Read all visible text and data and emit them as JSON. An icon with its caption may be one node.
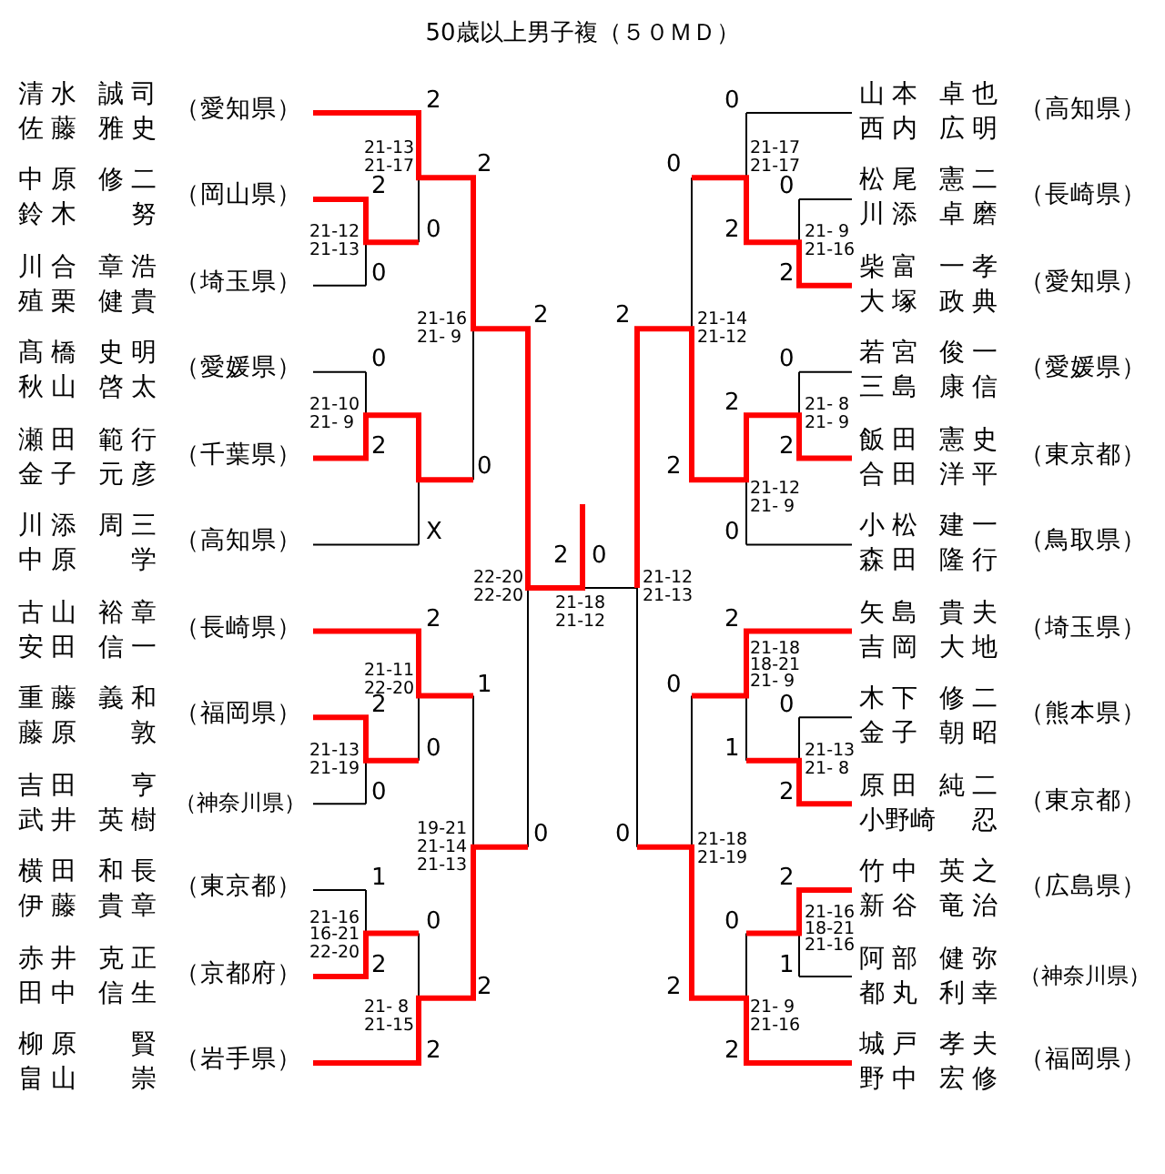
{
  "diagram": {
    "title": "50歳以上男子複（５０ＭＤ）",
    "labels": [
      "清水 誠司",
      "佐藤 雅史",
      "（愛知県）",
      "中原 修二",
      "鈴木 努",
      "（岡山県）",
      "川合 章浩",
      "殖栗 健貴",
      "（埼玉県）",
      "髙橋 史明",
      "秋山 啓太",
      "（愛媛県）",
      "瀬田 範行",
      "金子 元彦",
      "（千葉県）",
      "川添 周三",
      "中原 学",
      "（高知県）",
      "古山 裕章",
      "安田 信一",
      "（長崎県）",
      "重藤 義和",
      "藤原 敦",
      "（福岡県）",
      "吉田 亨",
      "武井 英樹",
      "（神奈川県）",
      "横田 和長",
      "伊藤 貴章",
      "（東京都）",
      "赤井 克正",
      "田中 信生",
      "（京都府）",
      "柳原 賢",
      "畠山 崇",
      "（岩手県）",
      "山本 卓也",
      "西内 広明",
      "（高知県）",
      "松尾 憲二",
      "川添 卓磨",
      "（長崎県）",
      "柴富 一孝",
      "大塚 政典",
      "（愛知県）",
      "若宮 俊一",
      "三島 康信",
      "（愛媛県）",
      "飯田 憲史",
      "合田 洋平",
      "（東京都）",
      "小松 建一",
      "森田 隆行",
      "（鳥取県）",
      "矢島 貴夫",
      "吉岡 大地",
      "（埼玉県）",
      "木下 修二",
      "金子 朝昭",
      "（熊本県）",
      "原田 純二",
      "小野崎 忍",
      "（東京都）",
      "竹中 英之",
      "新谷 竜治",
      "（広島県）",
      "阿部 健弥",
      "都丸 利幸",
      "（神奈川県）",
      "城戸 孝夫",
      "野中 宏修",
      "（福岡県）",
      "2",
      "21-13",
      "21-17",
      "2",
      "2",
      "21-12",
      "21-13",
      "0",
      "0",
      "21-16",
      "21- 9",
      "2",
      "0",
      "21-10",
      "21- 9",
      "2",
      "0",
      "X",
      "2",
      "0",
      "22-20",
      "22-20",
      "21-18",
      "21-12",
      "21-12",
      "21-13",
      "2",
      "21-11",
      "22-20",
      "1",
      "2",
      "21-13",
      "21-19",
      "0",
      "0",
      "19-21",
      "21-14",
      "21-13",
      "0",
      "1",
      "21-16",
      "16-21",
      "22-20",
      "0",
      "2",
      "2",
      "21- 8",
      "21-15",
      "2",
      "0",
      "21-17",
      "21-17",
      "0",
      "0",
      "21- 9",
      "21-16",
      "2",
      "2",
      "2",
      "21-14",
      "21-12",
      "0",
      "21- 8",
      "21- 9",
      "2",
      "2",
      "2",
      "21-12",
      "21- 9",
      "0",
      "2",
      "21-18",
      "18-21",
      "21- 9",
      "0",
      "0",
      "21-13",
      "21- 8",
      "1",
      "2",
      "0",
      "21-18",
      "21-19",
      "2",
      "21-16",
      "18-21",
      "21-16",
      "0",
      "1",
      "2",
      "21- 9",
      "21-16",
      "2"
    ]
  }
}
